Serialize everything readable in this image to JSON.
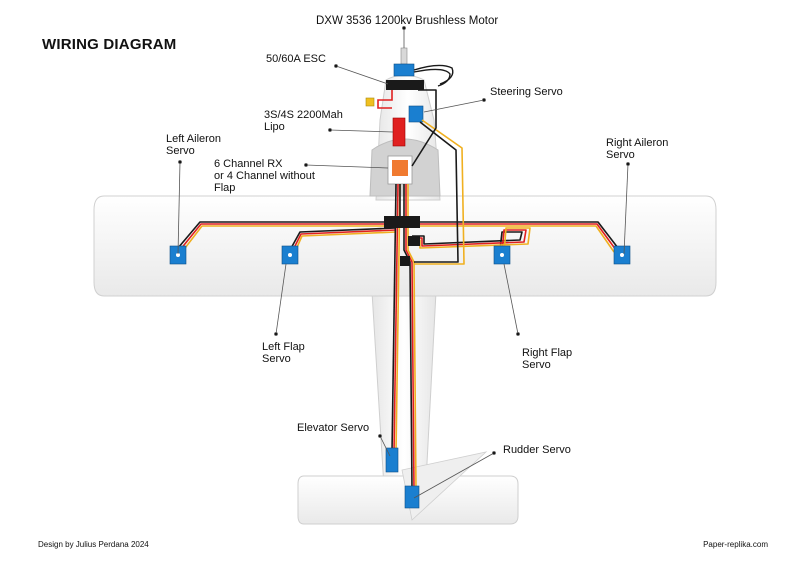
{
  "title": "WIRING DIAGRAM",
  "labels": {
    "motor": "DXW 3536 1200kv Brushless Motor",
    "esc": "50/60A ESC",
    "steering_servo": "Steering Servo",
    "lipo": "3S/4S 2200Mah\nLipo",
    "rx": "6 Channel RX\nor 4 Channel without\nFlap",
    "left_aileron": "Left Aileron\nServo",
    "right_aileron": "Right Aileron\nServo",
    "left_flap": "Left Flap\nServo",
    "right_flap": "Right Flap\nServo",
    "elevator": "Elevator Servo",
    "rudder": "Rudder Servo"
  },
  "footer": {
    "credit": "Design by Julius Perdana 2024",
    "site": "Paper-replika.com"
  },
  "colors": {
    "servo": "#1a7fd0",
    "esc": "#1a1a1a",
    "battery": "#e02020",
    "receiver": "#f07a30",
    "wire_black": "#1a1a1a",
    "wire_red": "#e02020",
    "wire_yellow": "#f0b020",
    "wing": "#f4f4f4"
  }
}
